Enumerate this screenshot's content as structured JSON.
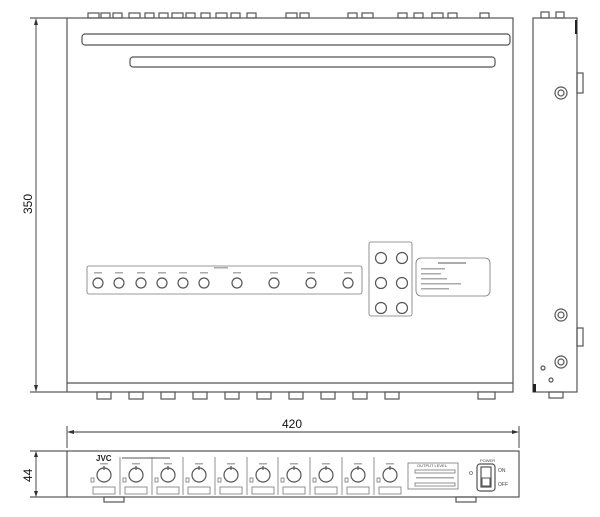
{
  "dimensions": {
    "depth": "350",
    "width": "420",
    "height": "44"
  },
  "front_panel": {
    "brand": "JVC",
    "power_label": "POWER",
    "on_label": "ON",
    "off_label": "OFF",
    "output_level_label": "OUTPUT LEVEL",
    "knob_count": 10
  },
  "top_view": {
    "rear_button_count": 10,
    "xlr_jack_count": 6
  },
  "colors": {
    "line": "#555555",
    "background": "#ffffff"
  }
}
